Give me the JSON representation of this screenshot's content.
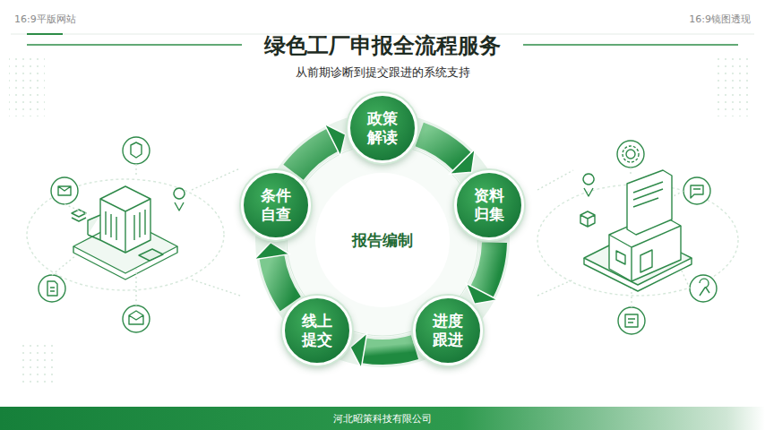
{
  "diagram": {
    "title": "绿色工厂申报全流程服务",
    "caption": "从前期诊断到提交跟进的系统支持",
    "nodes": [
      {
        "text": [
          "政策解读"
        ]
      },
      {
        "text": [
          "资料归集"
        ]
      },
      {
        "text": [
          "进度跟进"
        ]
      },
      {
        "text": [
          "线上提交"
        ]
      },
      {
        "text": [
          "条件自查"
        ]
      },
      {
        "text": [
          "报告编制"
        ]
      },
      {
        "text": [
          "河北昭策科技有限公司"
        ]
      }
    ],
    "edges": [
      {
        "from": 0,
        "to": 1,
        "arrow": "to"
      },
      {
        "from": 1,
        "to": 2,
        "arrow": "to"
      },
      {
        "from": 2,
        "to": 3,
        "arrow": "to"
      },
      {
        "from": 3,
        "to": 4,
        "arrow": "to"
      },
      {
        "from": 4,
        "to": 0,
        "arrow": "to"
      }
    ],
    "labels": [
      "16:9平版网站",
      "16:9镜图透现"
    ]
  }
}
